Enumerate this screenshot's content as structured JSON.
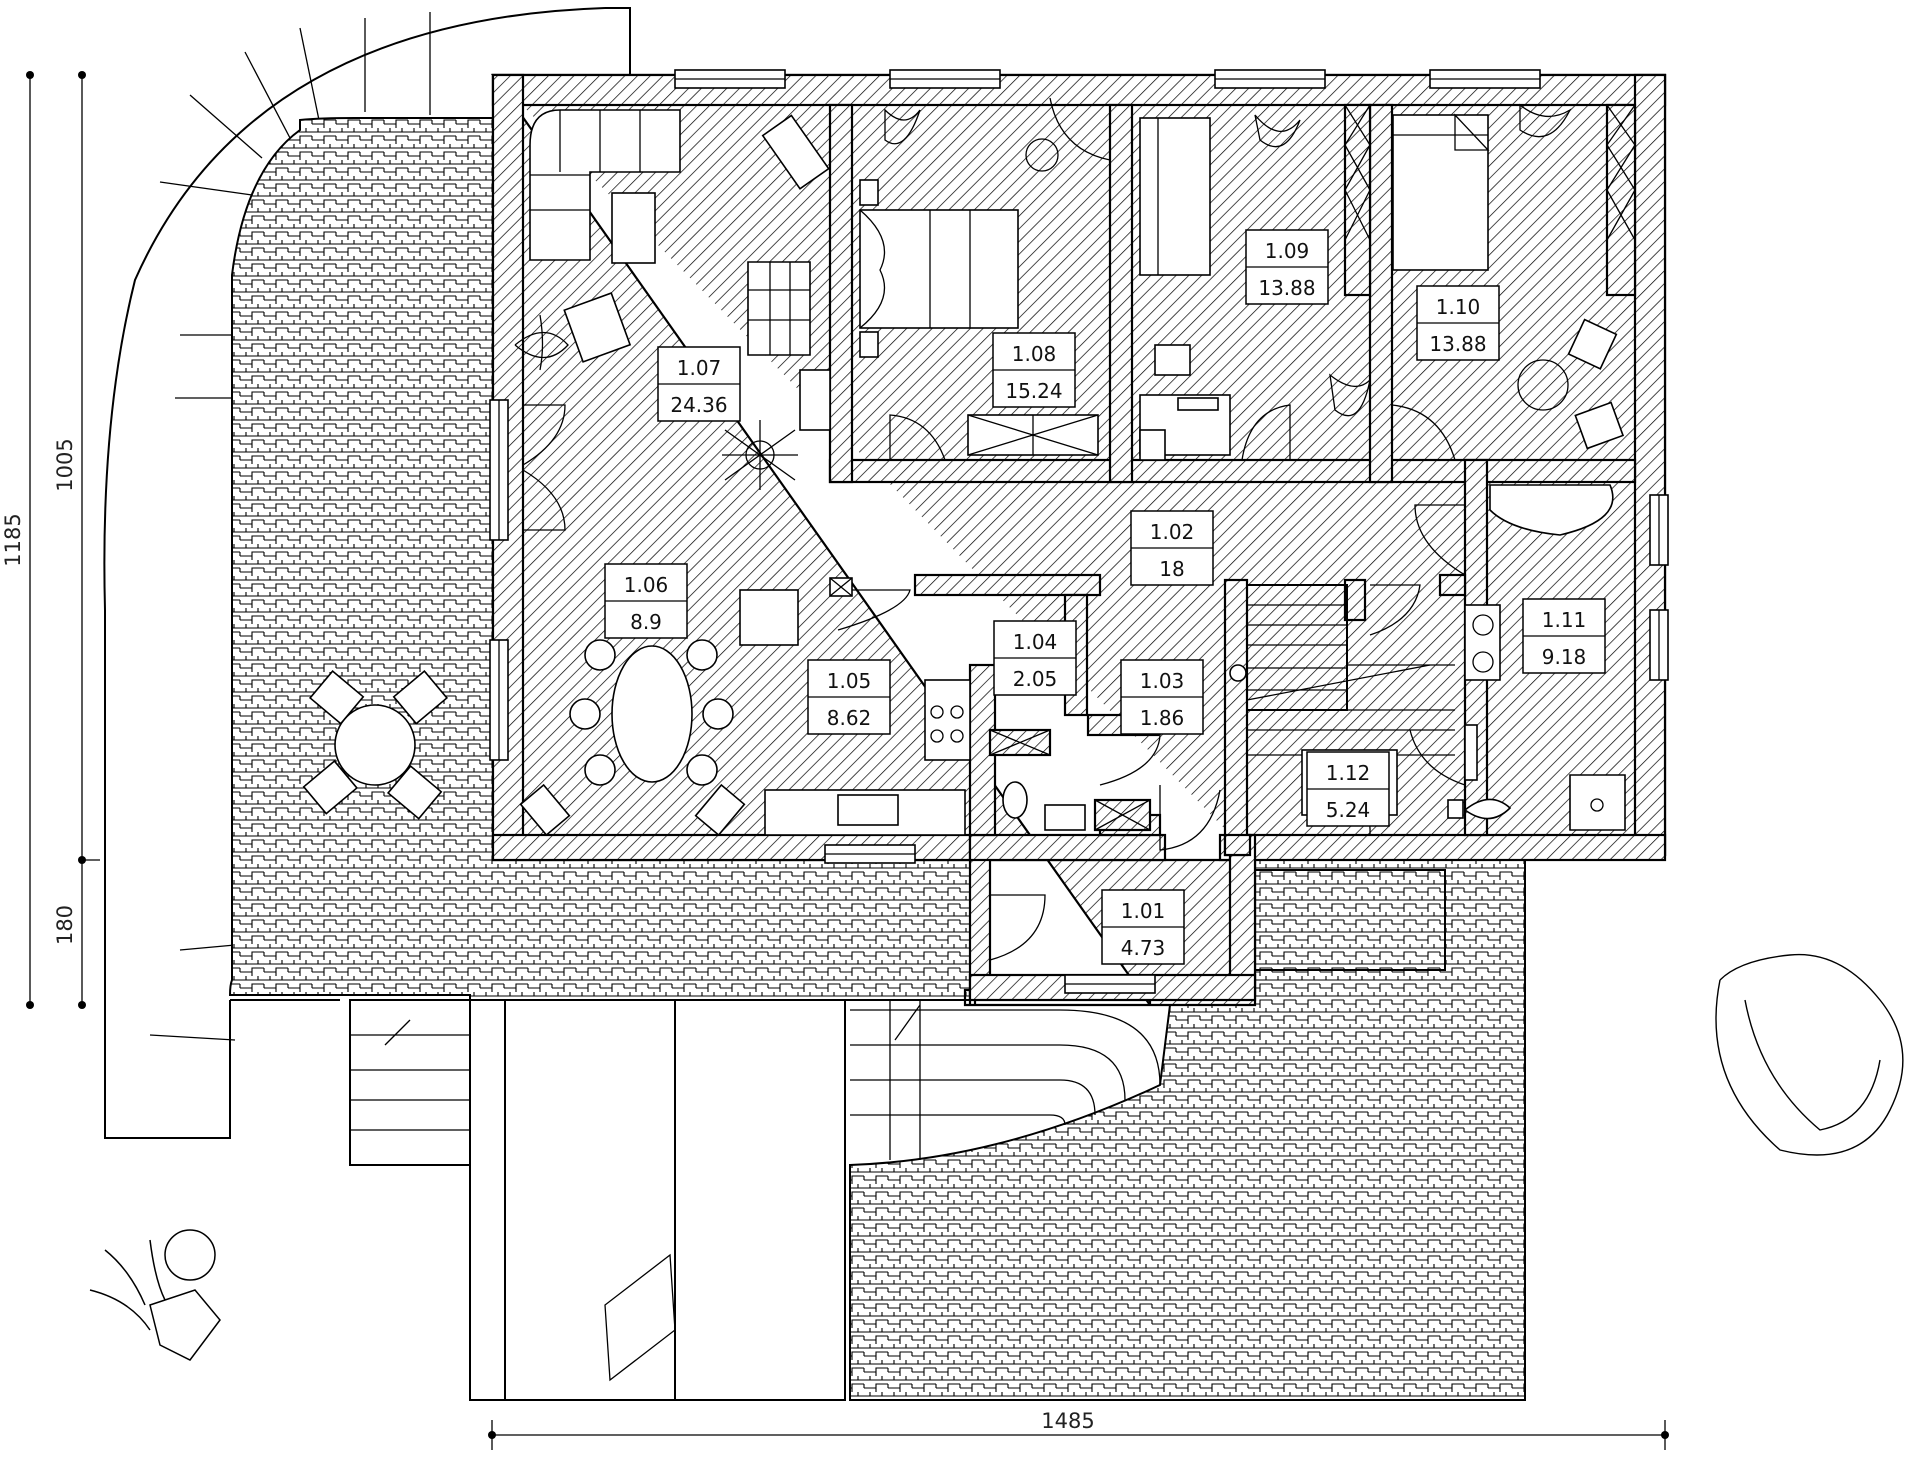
{
  "rooms": {
    "r101": {
      "id": "1.01",
      "area": "4.73"
    },
    "r102": {
      "id": "1.02",
      "area": "18"
    },
    "r103": {
      "id": "1.03",
      "area": "1.86"
    },
    "r104": {
      "id": "1.04",
      "area": "2.05"
    },
    "r105": {
      "id": "1.05",
      "area": "8.62"
    },
    "r106": {
      "id": "1.06",
      "area": "8.9"
    },
    "r107": {
      "id": "1.07",
      "area": "24.36"
    },
    "r108": {
      "id": "1.08",
      "area": "15.24"
    },
    "r109": {
      "id": "1.09",
      "area": "13.88"
    },
    "r110": {
      "id": "1.10",
      "area": "13.88"
    },
    "r111": {
      "id": "1.11",
      "area": "9.18"
    },
    "r112": {
      "id": "1.12",
      "area": "5.24"
    }
  },
  "dimensions": {
    "total_height": "1185",
    "house_depth": "1005",
    "terrace_depth": "180",
    "total_width": "1485"
  }
}
